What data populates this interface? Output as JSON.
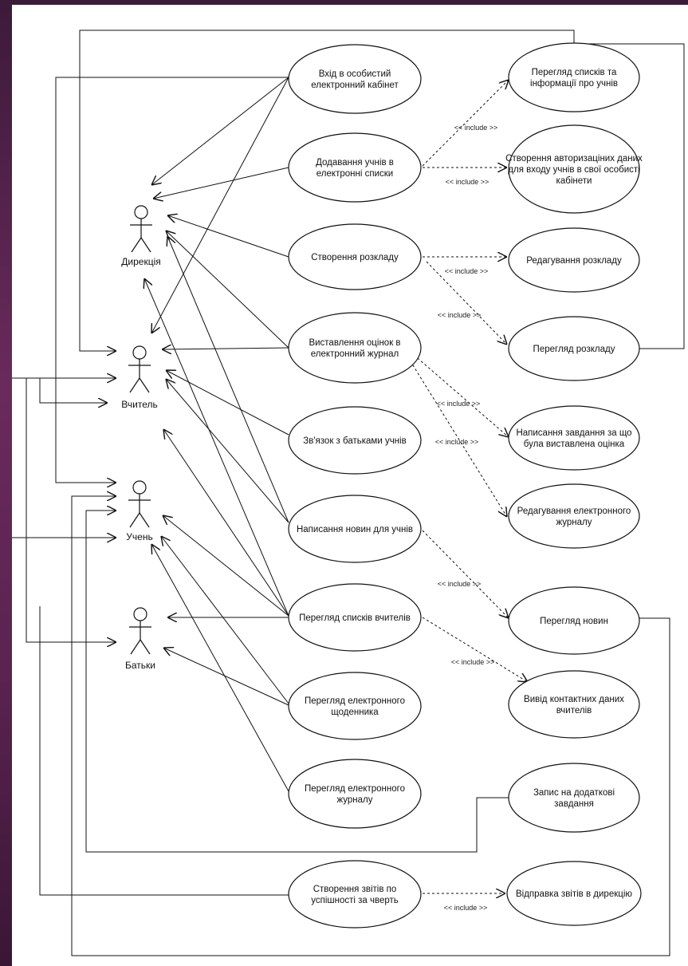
{
  "actors": [
    {
      "id": "dyrektsiia",
      "label": "Дирекція"
    },
    {
      "id": "vchytel",
      "label": "Вчитель"
    },
    {
      "id": "uchen",
      "label": "Учень"
    },
    {
      "id": "batky",
      "label": "Батьки"
    }
  ],
  "use_cases": [
    {
      "id": "uc1",
      "lines": [
        "Вхід в особистий",
        "електронний кабінет"
      ]
    },
    {
      "id": "uc2",
      "lines": [
        "Додавання учнів в",
        "електронні списки"
      ]
    },
    {
      "id": "uc3",
      "lines": [
        "Створення розкладу"
      ]
    },
    {
      "id": "uc4",
      "lines": [
        "Виставлення оцінок в",
        "електронний журнал"
      ]
    },
    {
      "id": "uc5",
      "lines": [
        "Зв'язок з батьками учнів"
      ]
    },
    {
      "id": "uc6",
      "lines": [
        "Написання новин для учнів"
      ]
    },
    {
      "id": "uc7",
      "lines": [
        "Перегляд списків вчителів"
      ]
    },
    {
      "id": "uc8",
      "lines": [
        "Перегляд електронного",
        "щоденника"
      ]
    },
    {
      "id": "uc9",
      "lines": [
        "Перегляд електронного",
        "журналу"
      ]
    },
    {
      "id": "uc10",
      "lines": [
        "Створення звітів по",
        "успішності за чверть"
      ]
    },
    {
      "id": "r1",
      "lines": [
        "Перегляд списків та",
        "інформації про учнів"
      ]
    },
    {
      "id": "r2",
      "lines": [
        "Створення авторизаціних даних",
        "для входу учнів в свої особисті",
        "кабінети"
      ]
    },
    {
      "id": "r3",
      "lines": [
        "Редагування розкладу"
      ]
    },
    {
      "id": "r4",
      "lines": [
        "Перегляд розкладу"
      ]
    },
    {
      "id": "r5",
      "lines": [
        "Написання завдання за що",
        "була виставлена оцінка"
      ]
    },
    {
      "id": "r6",
      "lines": [
        "Редагування електронного",
        "журналу"
      ]
    },
    {
      "id": "r7",
      "lines": [
        "Перегляд новин"
      ]
    },
    {
      "id": "r8",
      "lines": [
        "Вивід контактних даних",
        "вчителів"
      ]
    },
    {
      "id": "r9",
      "lines": [
        "Запис на додаткові",
        "завдання"
      ]
    },
    {
      "id": "r10",
      "lines": [
        "Відправка звітів в дирекцію"
      ]
    }
  ],
  "include_label": "<< include >>",
  "colors": {
    "line": "#111111",
    "paper": "#ffffff"
  }
}
